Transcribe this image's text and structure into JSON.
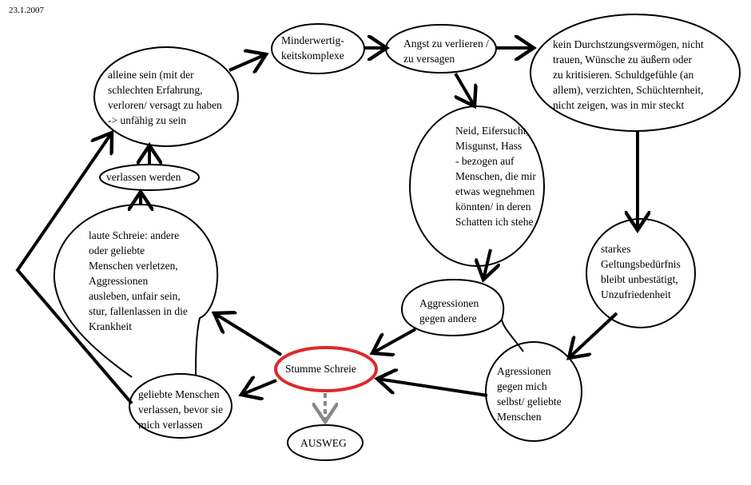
{
  "date": "23.1.2007",
  "nodes": {
    "alleine": "alleine sein (mit der\nschlechten Erfahrung,\nverloren/ versagt zu haben\n-> unfähig zu sein",
    "minderwertig": "Minderwertig-\nkeitskomplexe",
    "angst": "Angst zu verlieren /\nzu versagen",
    "durchsetzung": "kein Durchstzungsvermögen, nicht\ntrauen, Wünsche zu äußern oder\nzu kritisieren. Schuldgefühle (an\nallem), verzichten, Schüchternheit,\nnicht zeigen, was in mir steckt",
    "neid": "Neid, Eifersucht,\nMisgunst, Hass\n- bezogen auf\nMenschen, die mir\netwas wegnehmen\nkönnten/ in deren\nSchatten ich stehe",
    "verlassen": "verlassen werden",
    "laute": "laute Schreie: andere\noder geliebte\nMenschen verletzen,\nAggressionen\nausleben, unfair sein,\nstur, fallenlassen in die\nKrankheit",
    "geltung": "starkes\nGeltungsbedürfnis\nbleibt unbestätigt,\nUnzufriedenheit",
    "aggr_andere": "Aggressionen\ngegen andere",
    "stumme": "Stumme Schreie",
    "aggr_mich": "Agressionen\ngegen mich\nselbst/ geliebte\nMenschen",
    "geliebte": "geliebte Menschen\nverlassen, bevor sie\nmich verlassen",
    "ausweg": "AUSWEG"
  },
  "colors": {
    "highlight": "#e0282a",
    "dashed_arrow": "#888888"
  }
}
